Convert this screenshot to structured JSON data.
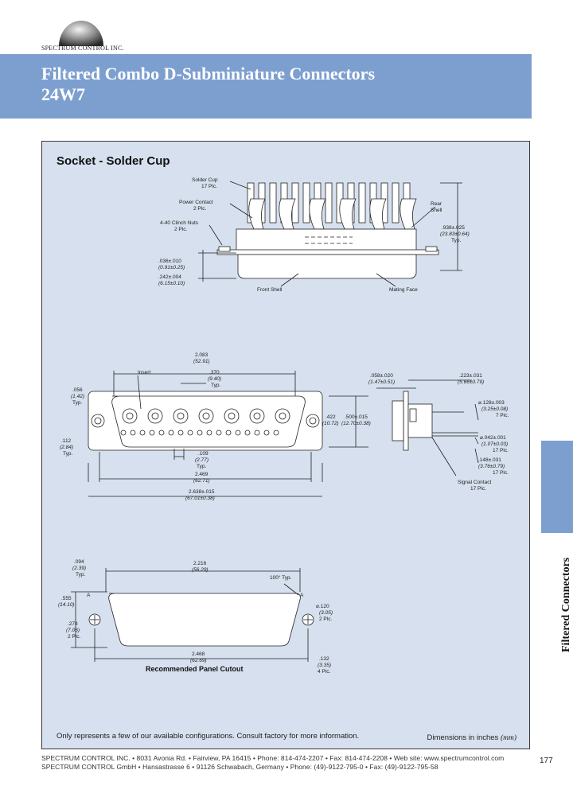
{
  "brand": {
    "company": "SPECTRUM CONTROL INC."
  },
  "header": {
    "title": "Filtered Combo D-Subminiature Connectors",
    "subtitle": "24W7"
  },
  "panel": {
    "section_title": "Socket - Solder Cup",
    "side_view_labels": {
      "solder_cup": "Solder Cup",
      "solder_cup_qty": "17 Plc.",
      "power_contact": "Power Contact",
      "power_contact_qty": "2 Plc.",
      "clinch_nuts": "4-40 Clinch Nuts",
      "clinch_nuts_qty": "2 Plc.",
      "rear_shell": "Rear",
      "rear_shell_2": "Shell",
      "height_dim": ".938±.025",
      "height_mm": "(23.83±0.64)",
      "height_typ": "Typ.",
      "flange_dim": ".036±.010",
      "flange_mm": "(0.91±0.25)",
      "front_dim": ".242±.004",
      "front_mm": "(6.15±0.10)",
      "front_shell": "Front Shell",
      "mating_face": "Mating Face"
    },
    "front_view_labels": {
      "insert": "Insert",
      "overall_top": "2.083",
      "overall_top_mm": "(52.91)",
      "pitch_power": ".370",
      "pitch_power_mm": "(9.40)",
      "pitch_typ": "Typ.",
      "mount_hole": ".056",
      "mount_hole_mm": "(1.42)",
      "mount_typ": "Typ.",
      "row_offset": ".112",
      "row_offset_mm": "(2.84)",
      "row_typ": "Typ.",
      "height_a": ".422",
      "height_a_mm": "(10.72)",
      "height_b": ".500±.015",
      "height_b_mm": "(12.70±0.38)",
      "signal_pitch": ".109",
      "signal_pitch_mm": "(2.77)",
      "signal_typ": "Typ.",
      "flange_width": "2.469",
      "flange_width_mm": "(62.71)",
      "overall_width": "2.638±.015",
      "overall_width_mm": "(67.01±0.38)"
    },
    "right_view_labels": {
      "depth_dim": ".058±.020",
      "depth_mm": "(1.47±0.51)",
      "cup_dim": ".223±.031",
      "cup_mm": "(5.66±0.79)",
      "power_dia": "⌀.128±.003",
      "power_dia_mm": "(3.25±0.08)",
      "power_qty": "7 Plc.",
      "signal_dia": "⌀.042±.001",
      "signal_dia_mm": "(1.07±0.03)",
      "signal_qty": "17 Plc.",
      "signal_len": ".148±.031",
      "signal_len_mm": "(3.76±0.79)",
      "signal_len_qty": "17 Plc.",
      "signal_contact": "Signal Contact",
      "signal_contact_qty": "17 Plc."
    },
    "cutout_labels": {
      "corner": ".094",
      "corner_mm": "(2.39)",
      "corner_typ": "Typ.",
      "width_top": "2.216",
      "width_top_mm": "(56.29)",
      "angle": "100° Typ.",
      "height": ".555",
      "height_mm": "(14.10)",
      "offset": ".278",
      "offset_mm": "(7.06)",
      "offset_qty": "2 Plc.",
      "hole_dia": "⌀.120",
      "hole_dia_mm": "(3.05)",
      "hole_qty": "2 Plc.",
      "spacing": "2.468",
      "spacing_mm": "(62.69)",
      "radius": ".132",
      "radius_mm": "(3.35)",
      "radius_qty": "4 Plc.",
      "point_a": "A",
      "title": "Recommended Panel Cutout"
    },
    "note": "Only represents a few of our available configurations. Consult factory for more information.",
    "dims_note_prefix": "Dimensions in inches ",
    "dims_note_unit": "(mm)"
  },
  "side_tab": {
    "label": "Filtered Connectors"
  },
  "footer": {
    "line1": "SPECTRUM CONTROL INC.  •  8031 Avonia Rd.  •  Fairview, PA 16415  •  Phone: 814-474-2207  •  Fax: 814-474-2208  •  Web site: www.spectrumcontrol.com",
    "line2": "SPECTRUM CONTROL GmbH  •  Hansastrasse 6  •  91126 Schwabach, Germany  •  Phone: (49)-9122-795-0  •  Fax: (49)-9122-795-58",
    "page_number": "177"
  }
}
